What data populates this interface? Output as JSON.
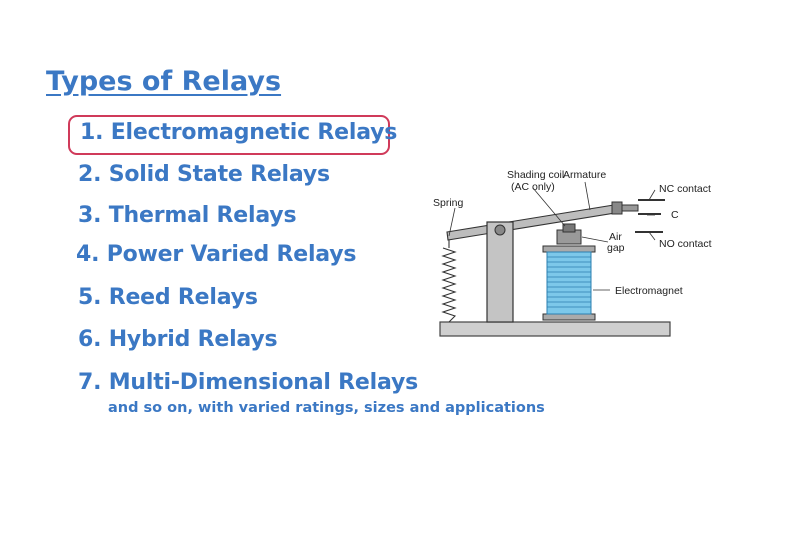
{
  "slide": {
    "title": "Types of Relays",
    "items": [
      "1. Electromagnetic Relays",
      "2. Solid State Relays",
      "3. Thermal Relays",
      "4. Power Varied Relays",
      "5. Reed Relays",
      "6. Hybrid Relays",
      "7. Multi-Dimensional Relays"
    ],
    "note": "and so on, with varied ratings, sizes and applications",
    "colors": {
      "text": "#3b78c4",
      "highlight": "#d03a5a",
      "coil": "#3a9fd0"
    }
  },
  "diagram": {
    "labels": {
      "shading_coil_1": "Shading coil",
      "shading_coil_2": "(AC only)",
      "armature": "Armature",
      "nc_contact": "NC contact",
      "c": "C",
      "spring": "Spring",
      "air_1": "Air",
      "air_2": "gap",
      "no_contact": "NO contact",
      "electromagnet": "Electromagnet"
    }
  }
}
